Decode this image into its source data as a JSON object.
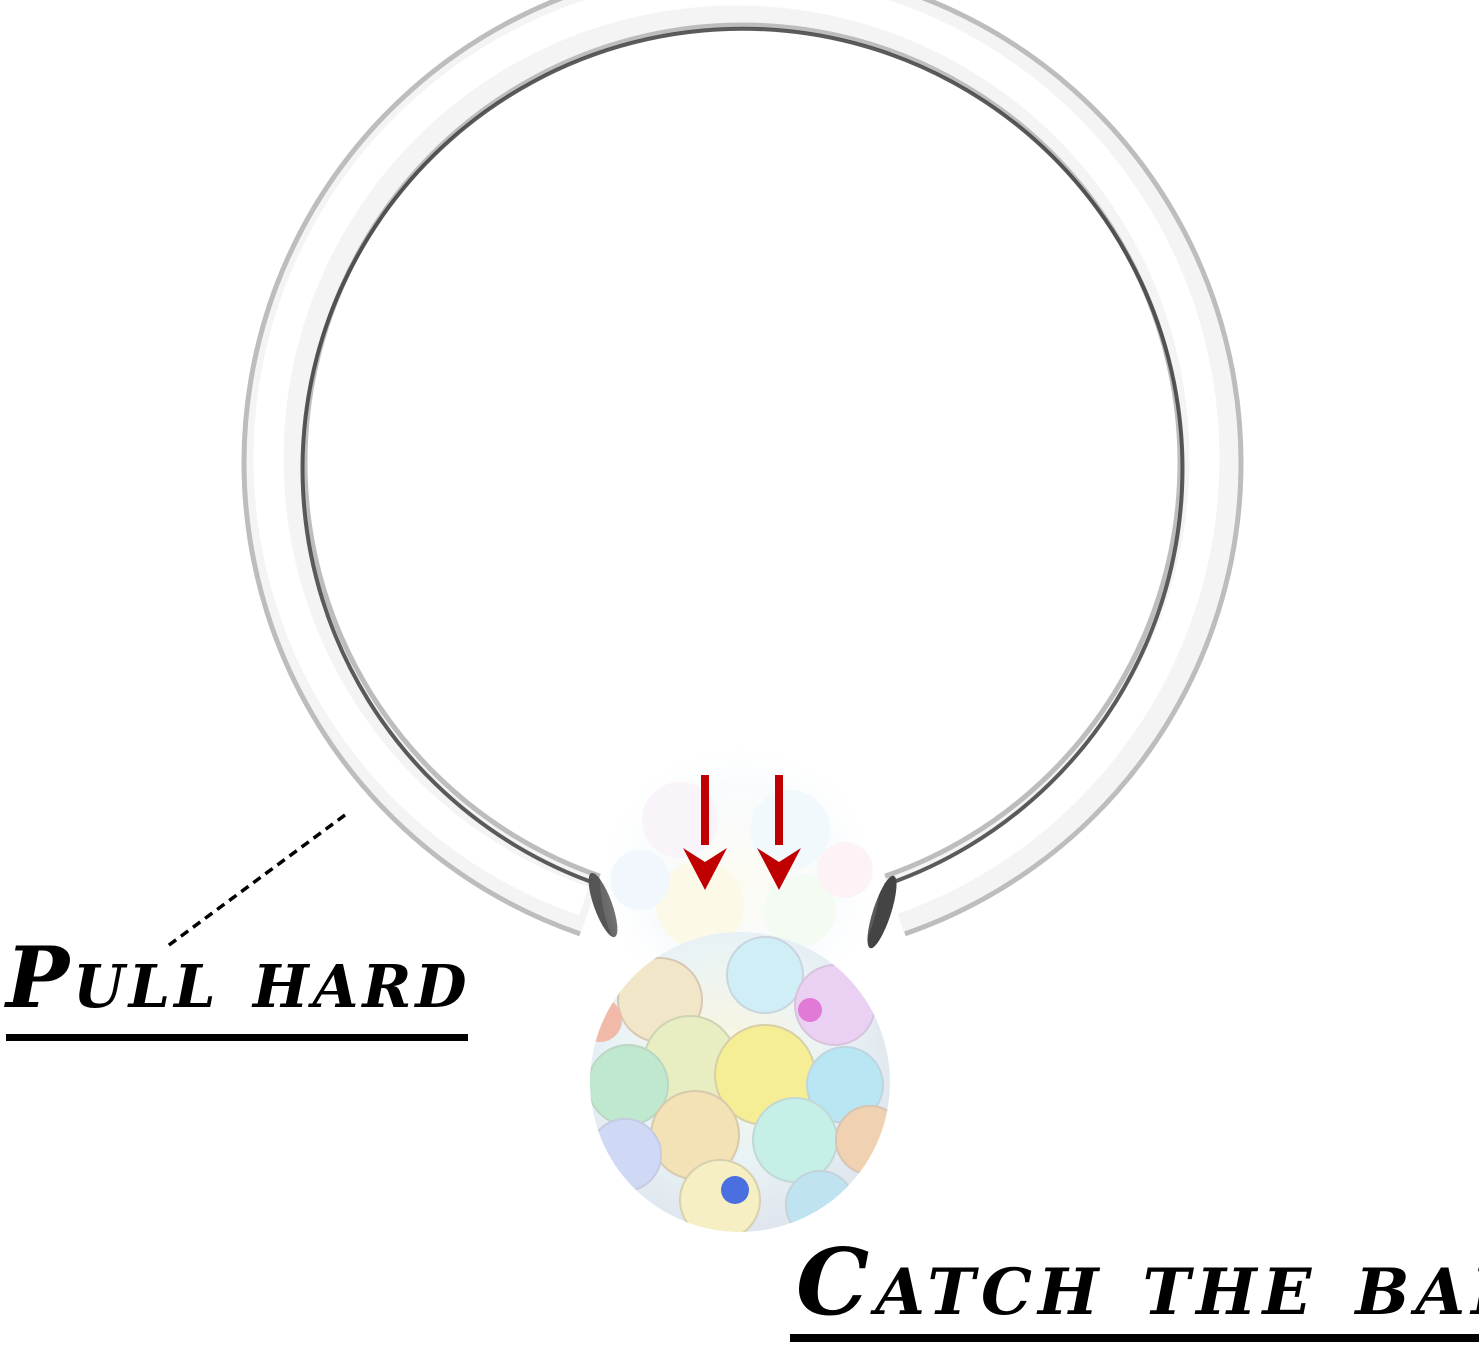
{
  "image": {
    "subject": "Captive bead ring with crystal ball",
    "background": "#ffffff",
    "ring": {
      "material": "silver steel",
      "color_light": "#f2f2f2",
      "color_mid": "#c8c8c8",
      "color_dark": "#3a3a3a"
    },
    "ball": {
      "type": "iridescent rhinestone ball",
      "crystal_colors": [
        "#f7e98a",
        "#9fe3f0",
        "#e6a3e8",
        "#a8e6b4",
        "#f3b98c",
        "#4a6fe0",
        "#ffffff"
      ]
    },
    "arrows": {
      "count": 2,
      "direction": "down",
      "color": "#c00000"
    }
  },
  "annotations": {
    "pull": {
      "text": "Pull hard",
      "leader": "dashed line from ring to label"
    },
    "catch": {
      "text": "Catch the ball"
    }
  }
}
